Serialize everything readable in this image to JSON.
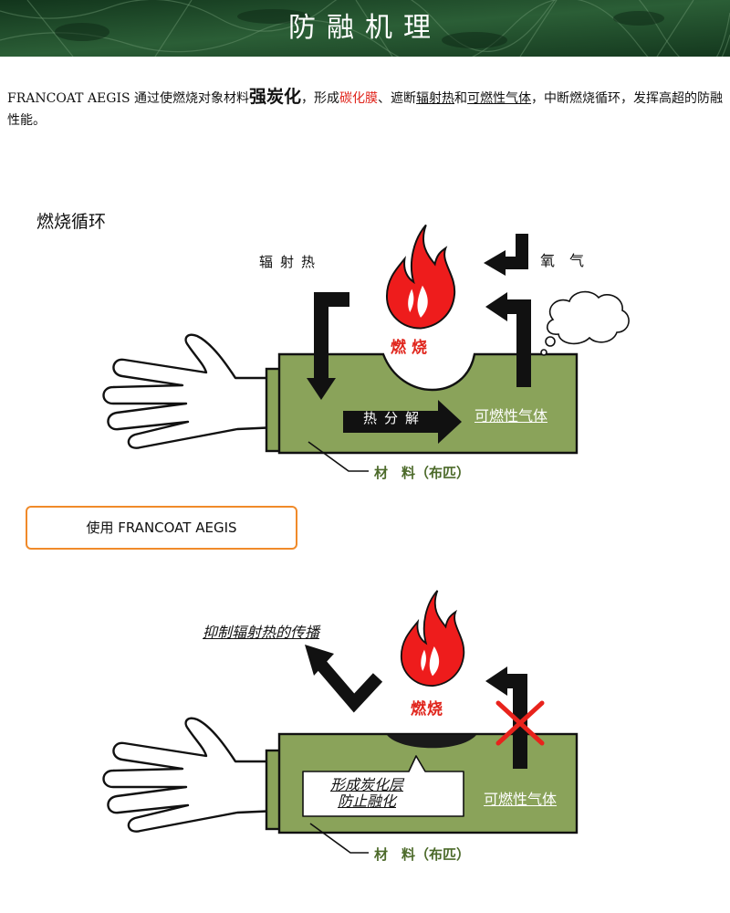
{
  "header": {
    "title": "防融机理"
  },
  "intro": {
    "part1": "FRANCOAT AEGIS 通过使燃烧对象材料",
    "emphasis": "强炭化",
    "part2": "，形成",
    "red": "碳化膜",
    "part3": "、遮断",
    "underline1": "辐射热",
    "part4": "和",
    "underline2": "可燃性气体",
    "part5": "，中断燃烧循环，发挥高超的防融性能。"
  },
  "diagram1": {
    "section_title": "燃烧循环",
    "radiant_heat": "辐射热",
    "oxygen": "氧　气",
    "combustion": "燃烧",
    "pyrolysis": "热分解",
    "flammable_gas": "可燃性气体",
    "material": "材　料（布匹）"
  },
  "use_box": {
    "label": "使用 FRANCOAT AEGIS"
  },
  "diagram2": {
    "suppress": "抑制辐射热的传播",
    "combustion": "燃烧",
    "callout_line1": "形成炭化层",
    "callout_line2": "防止融化",
    "flammable_gas": "可燃性气体",
    "material": "材　料（布匹）"
  },
  "colors": {
    "banner": "#1f4a2a",
    "material_green": "#8aa35a",
    "flame_red": "#ee1c1c",
    "orange_border": "#f08a2a",
    "cross_red": "#e8231c"
  }
}
